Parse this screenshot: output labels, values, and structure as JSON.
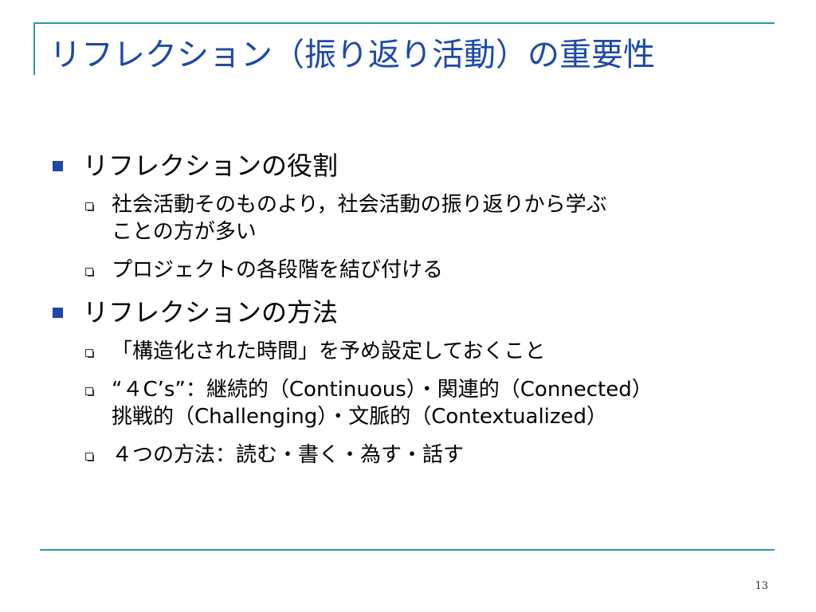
{
  "slide": {
    "title": "リフレクション（振り返り活動）の重要性",
    "sections": [
      {
        "heading": "リフレクションの役割",
        "items": [
          {
            "lines": [
              "社会活動そのものより，社会活動の振り返りから学ぶ",
              "ことの方が多い"
            ]
          },
          {
            "lines": [
              "プロジェクトの各段階を結び付ける"
            ]
          }
        ]
      },
      {
        "heading": "リフレクションの方法",
        "items": [
          {
            "lines": [
              "「構造化された時間」を予め設定しておくこと"
            ]
          },
          {
            "lines": [
              "“４C’s”：継続的（Continuous）・関連的（Connected）",
              "挑戦的（Challenging）・文脈的（Contextualized）"
            ]
          },
          {
            "lines": [
              "４つの方法：読む・書く・為す・話す"
            ]
          }
        ]
      }
    ],
    "page_number": "13"
  },
  "colors": {
    "title": "#1c4aa6",
    "rule": "#2a9aa4",
    "bullet_l1": "#1c4aa6",
    "text": "#000000"
  }
}
